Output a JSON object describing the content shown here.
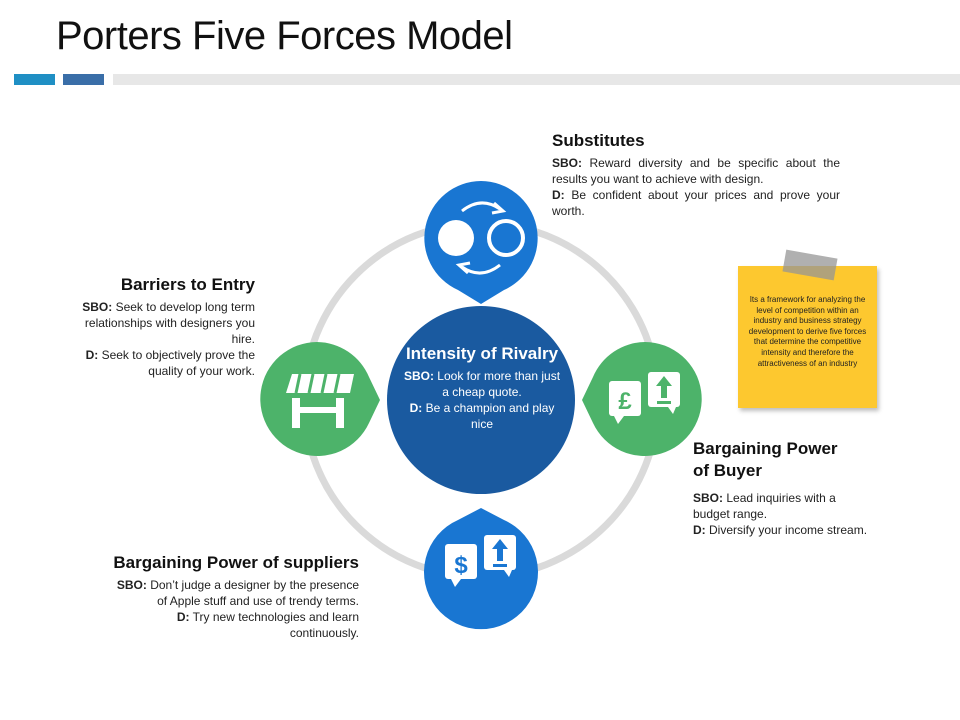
{
  "title": "Porters Five Forces Model",
  "colors": {
    "accent_teal": "#1f8fc4",
    "accent_blue": "#3a6ea8",
    "center_navy": "#1a5aa0",
    "node_blue": "#1976d2",
    "node_green": "#4db36a",
    "note_yellow": "#fdc82f",
    "ring_gray": "#dadada"
  },
  "center": {
    "title": "Intensity of Rivalry",
    "sbo_label": "SBO:",
    "sbo_text": "Look for more than just a cheap quote.",
    "d_label": "D:",
    "d_text": "Be a champion and play nice"
  },
  "substitutes": {
    "heading": "Substitutes",
    "sbo_label": "SBO:",
    "sbo_text": "Reward diversity and be specific about the results you want to achieve with design.",
    "d_label": "D:",
    "d_text": "Be confident about your prices and prove your worth.",
    "icon": "swap-cycle-icon"
  },
  "barriers": {
    "heading": "Barriers to Entry",
    "sbo_label": "SBO:",
    "sbo_text": "Seek to develop long term relationships with designers you hire.",
    "d_label": "D:",
    "d_text": "Seek to objectively prove the quality of your work.",
    "icon": "storefront-icon"
  },
  "buyer": {
    "heading_line1": "Bargaining Power",
    "heading_line2": "of Buyer",
    "sbo_label": "SBO:",
    "sbo_text": "Lead inquiries with a budget range.",
    "d_label": "D:",
    "d_text": "Diversify your income stream.",
    "icon": "pound-upload-icon"
  },
  "suppliers": {
    "heading": "Bargaining Power of suppliers",
    "sbo_label": "SBO:",
    "sbo_text": "Don’t judge a designer by the presence of Apple stuff and use of trendy terms.",
    "d_label": "D:",
    "d_text": "Try new technologies and learn continuously.",
    "icon": "dollar-upload-icon"
  },
  "note": {
    "text": "Its a framework for analyzing the level of competition within an industry and business strategy development to derive five forces that determine the competitive intensity and therefore the attractiveness of an industry"
  }
}
